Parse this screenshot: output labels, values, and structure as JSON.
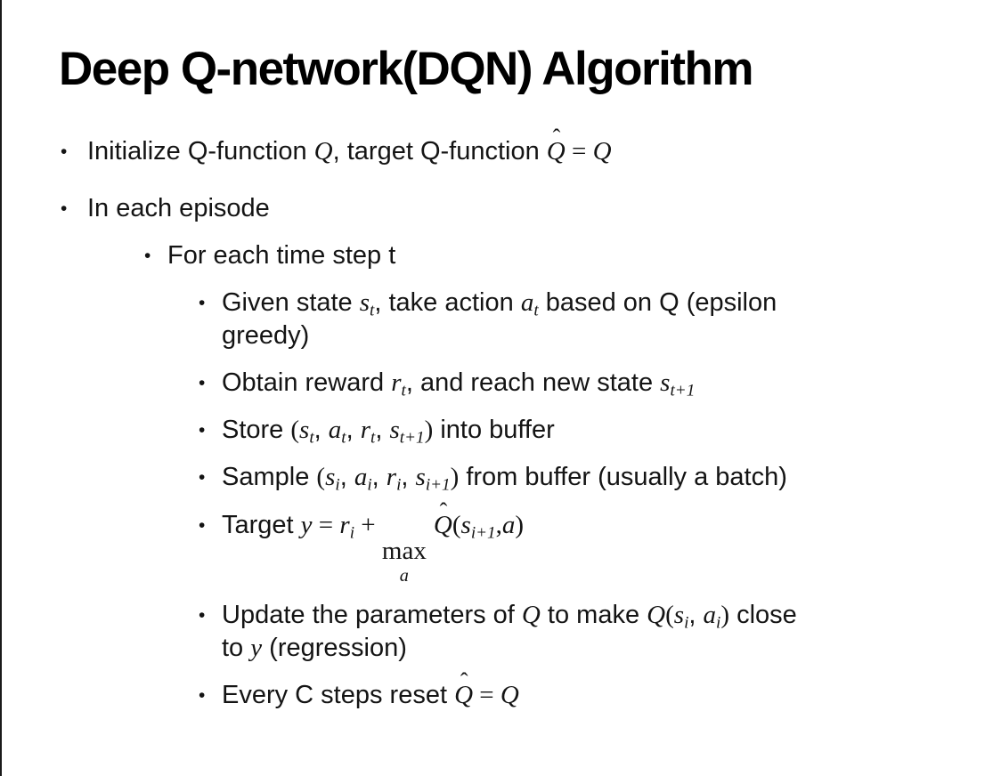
{
  "page": {
    "background": "#ffffff",
    "border_left_color": "#1a1a1a",
    "text_color": "#141414",
    "title_color": "#000000"
  },
  "glyphs": {
    "bullet": "•",
    "hat": "ˆ"
  },
  "slide": {
    "title": "Deep Q-network(DQN) Algorithm",
    "bullets": [
      {
        "level": 1,
        "segments": [
          {
            "t": "Initialize Q-function "
          },
          {
            "m": "Q"
          },
          {
            "t": ", target Q-function "
          },
          {
            "qhat": "Q"
          },
          {
            "u": " = "
          },
          {
            "m": "Q"
          }
        ]
      },
      {
        "level": 1,
        "segments": [
          {
            "t": "In each episode"
          }
        ]
      },
      {
        "level": 2,
        "segments": [
          {
            "t": "For each time step t"
          }
        ]
      },
      {
        "level": 3,
        "segments": [
          {
            "t": "Given state "
          },
          {
            "m": "s",
            "sub": "t"
          },
          {
            "t": ", take action "
          },
          {
            "m": "a",
            "sub": "t"
          },
          {
            "t": " based on Q (epsilon"
          },
          {
            "br": true
          },
          {
            "t": "greedy)"
          }
        ]
      },
      {
        "level": 3,
        "segments": [
          {
            "t": "Obtain reward "
          },
          {
            "m": "r",
            "sub": "t"
          },
          {
            "t": ", and reach new state "
          },
          {
            "m": "s",
            "sub": "t+1"
          }
        ]
      },
      {
        "level": 3,
        "segments": [
          {
            "t": "Store "
          },
          {
            "u": "("
          },
          {
            "m": "s",
            "sub": "t"
          },
          {
            "t": ", "
          },
          {
            "m": "a",
            "sub": "t"
          },
          {
            "t": ", "
          },
          {
            "m": "r",
            "sub": "t"
          },
          {
            "t": ", "
          },
          {
            "m": "s",
            "sub": "t+1"
          },
          {
            "u": ")"
          },
          {
            "t": " into buffer"
          }
        ]
      },
      {
        "level": 3,
        "segments": [
          {
            "t": "Sample "
          },
          {
            "u": "("
          },
          {
            "m": "s",
            "sub": "i"
          },
          {
            "t": ", "
          },
          {
            "m": "a",
            "sub": "i"
          },
          {
            "t": ", "
          },
          {
            "m": "r",
            "sub": "i"
          },
          {
            "t": ", "
          },
          {
            "m": "s",
            "sub": "i+1"
          },
          {
            "u": ")"
          },
          {
            "t": " from buffer (usually a batch)"
          }
        ]
      },
      {
        "level": 3,
        "segments": [
          {
            "t": "Target "
          },
          {
            "m": "y"
          },
          {
            "u": " = "
          },
          {
            "m": "r",
            "sub": "i"
          },
          {
            "u": " + "
          },
          {
            "maxu": {
              "fn": "max",
              "under": "a"
            }
          },
          {
            "t": " "
          },
          {
            "qhat": "Q"
          },
          {
            "u": "("
          },
          {
            "m": "s",
            "sub": "i+1"
          },
          {
            "u": ","
          },
          {
            "m": "a"
          },
          {
            "u": ")"
          }
        ]
      },
      {
        "level": 3,
        "segments": [
          {
            "t": "Update the parameters of "
          },
          {
            "m": "Q"
          },
          {
            "t": " to make "
          },
          {
            "m": "Q"
          },
          {
            "u": "("
          },
          {
            "m": "s",
            "sub": "i"
          },
          {
            "t": ", "
          },
          {
            "m": "a",
            "sub": "i"
          },
          {
            "u": ")"
          },
          {
            "t": " close"
          },
          {
            "br": true
          },
          {
            "t": "to "
          },
          {
            "m": "y"
          },
          {
            "t": " (regression)"
          }
        ]
      },
      {
        "level": 3,
        "segments": [
          {
            "t": "Every C steps reset "
          },
          {
            "qhat": "Q"
          },
          {
            "u": " = "
          },
          {
            "m": "Q"
          }
        ]
      }
    ]
  }
}
